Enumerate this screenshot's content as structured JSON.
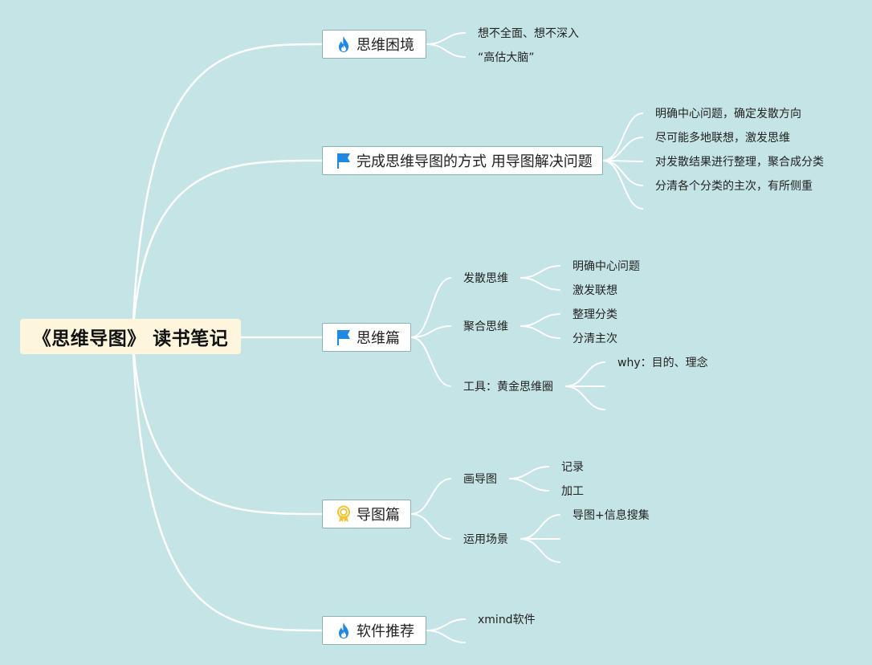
{
  "root": {
    "title": "《思维导图》 读书笔记"
  },
  "colors": {
    "background": "#c5e4e5",
    "link": "#ffffff",
    "root_fill": "#fdf6dc",
    "branch_border": "#8ab3b5",
    "icon_blue": "#1e88e5",
    "icon_gold": "#f2c230"
  },
  "branches": [
    {
      "label": "思维困境",
      "icon": "flame-icon",
      "leaves": [
        "想不全面、想不深入",
        "“高估大脑”"
      ]
    },
    {
      "label": "完成思维导图的方式 用导图解决问题",
      "icon": "flag-icon",
      "leaves": [
        "明确中心问题，确定发散方向",
        "尽可能多地联想，激发思维",
        "对发散结果进行整理，聚合成分类",
        "分清各个分类的主次，有所侧重",
        ""
      ]
    },
    {
      "label": "思维篇",
      "icon": "flag-icon",
      "subs": [
        {
          "label": "发散思维",
          "leaves": [
            "明确中心问题",
            "激发联想"
          ]
        },
        {
          "label": "聚合思维",
          "leaves": [
            "整理分类",
            "分清主次"
          ]
        },
        {
          "label": "工具：黄金思维圈",
          "leaves": [
            "why：目的、理念",
            "",
            ""
          ]
        }
      ]
    },
    {
      "label": "导图篇",
      "icon": "award-icon",
      "subs": [
        {
          "label": "画导图",
          "leaves": [
            "记录",
            "加工"
          ]
        },
        {
          "label": "运用场景",
          "leaves": [
            "导图+信息搜集",
            "",
            ""
          ]
        }
      ]
    },
    {
      "label": "软件推荐",
      "icon": "flame-icon",
      "leaves": [
        "xmind软件",
        ""
      ]
    }
  ]
}
